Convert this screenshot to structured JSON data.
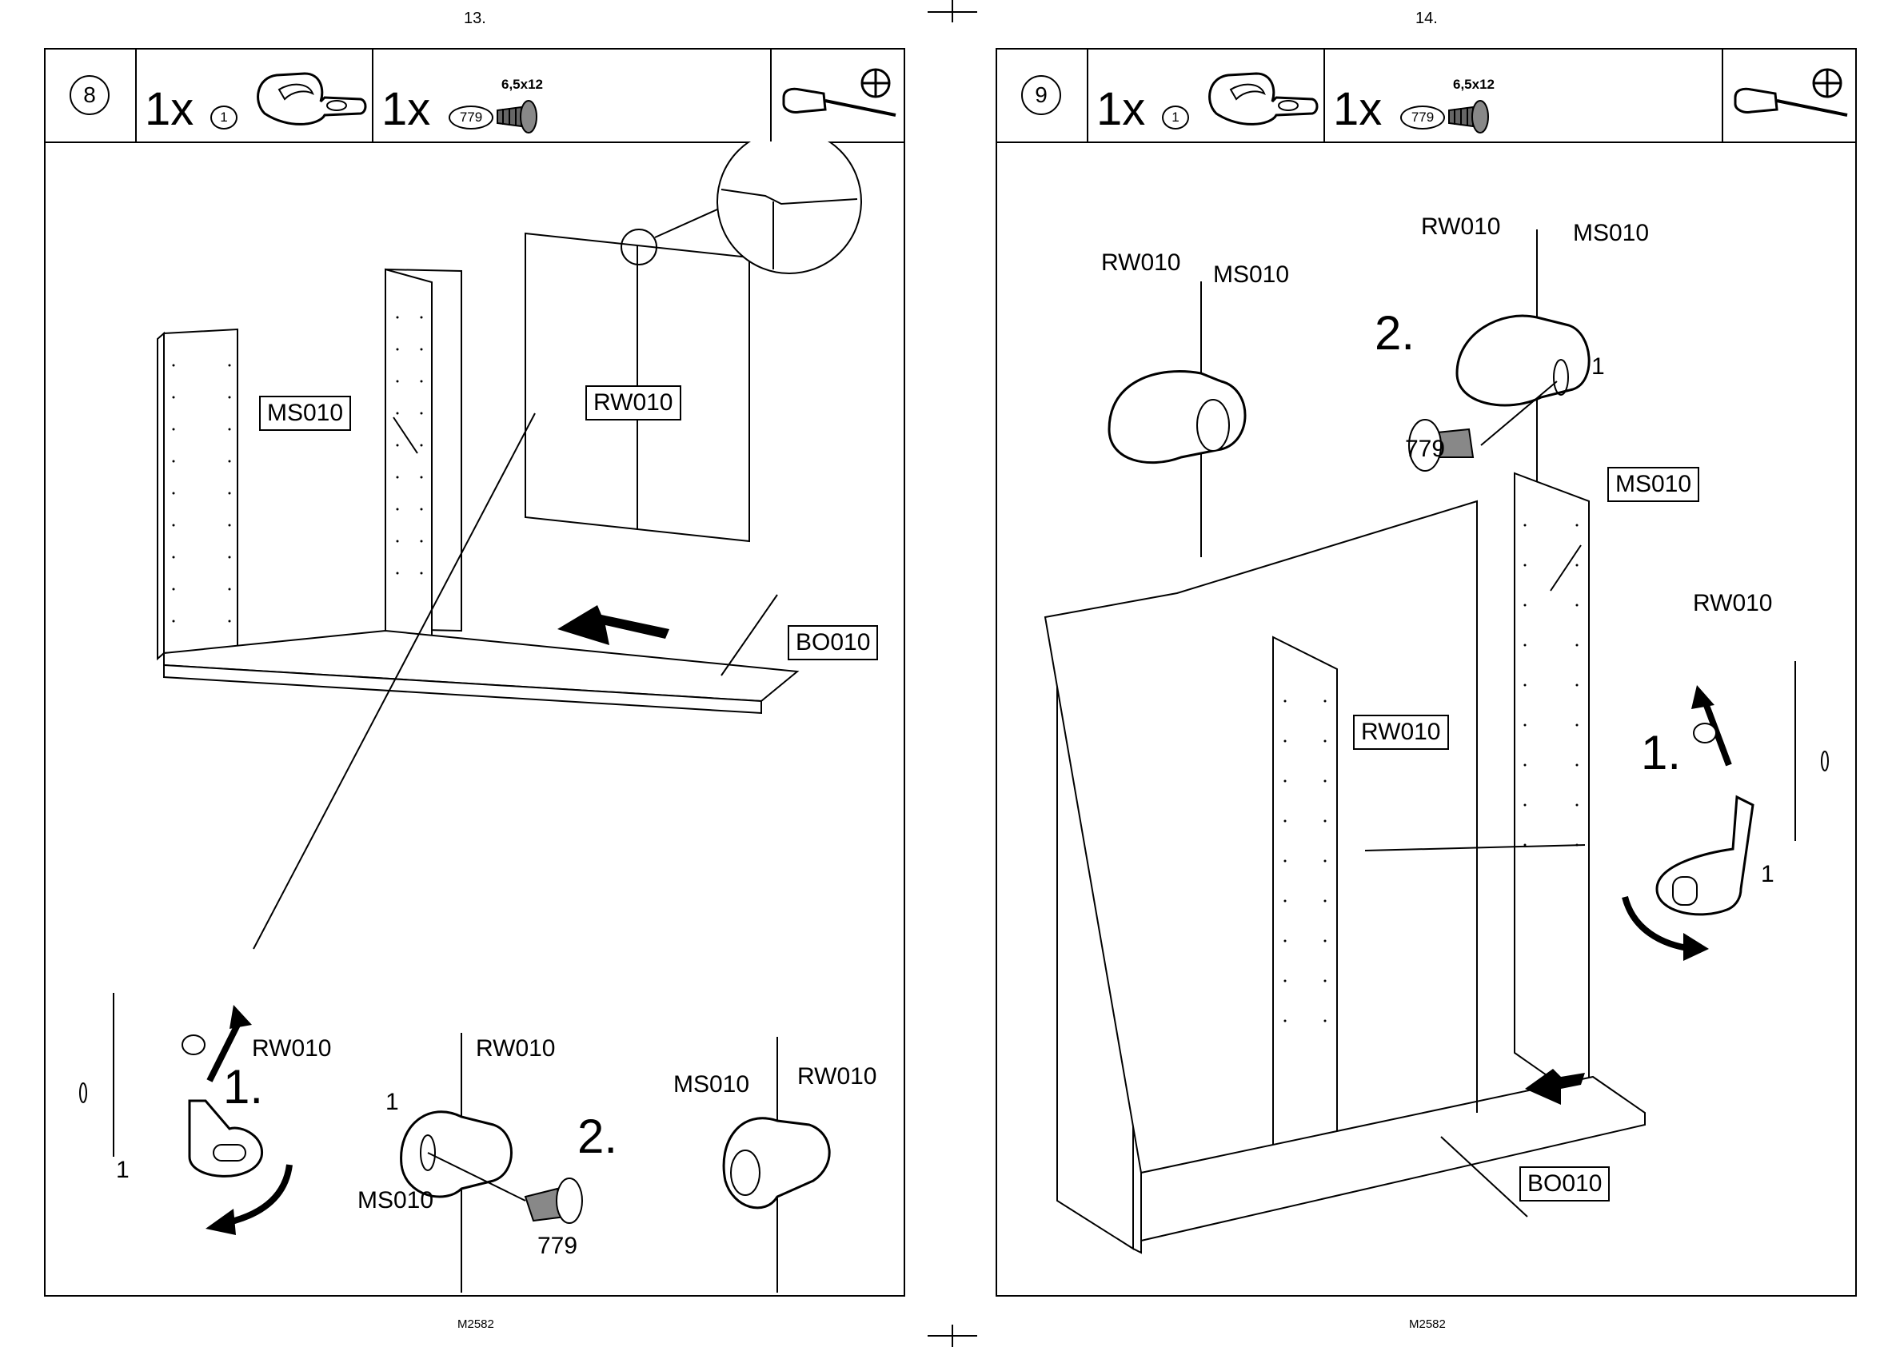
{
  "left_page": {
    "page_number": "13.",
    "footer": "M2582",
    "step": "8",
    "hardware": [
      {
        "qty": "1x",
        "part": "1"
      },
      {
        "qty": "1x",
        "part": "779",
        "size": "6,5x12"
      }
    ],
    "tool_icon": "phillips-screwdriver-icon",
    "labels": {
      "ms010_box": "MS010",
      "rw010_box": "RW010",
      "bo010_box": "BO010",
      "rw010_a": "RW010",
      "rw010_b": "RW010",
      "rw010_c": "RW010",
      "ms010_a": "MS010",
      "ms010_b": "MS010",
      "part_1_a": "1",
      "part_1_b": "1",
      "screw_779": "779",
      "step_1": "1.",
      "step_2": "2."
    }
  },
  "right_page": {
    "page_number": "14.",
    "footer": "M2582",
    "step": "9",
    "hardware": [
      {
        "qty": "1x",
        "part": "1"
      },
      {
        "qty": "1x",
        "part": "779",
        "size": "6,5x12"
      }
    ],
    "tool_icon": "phillips-screwdriver-icon",
    "labels": {
      "rw010_a": "RW010",
      "ms010_a": "MS010",
      "rw010_b": "RW010",
      "ms010_b": "MS010",
      "step_2": "2.",
      "part_1_a": "1",
      "screw_779": "779",
      "ms010_box": "MS010",
      "rw010_c": "RW010",
      "step_1": "1.",
      "part_1_b": "1",
      "rw010_box": "RW010",
      "bo010_box": "BO010"
    }
  }
}
